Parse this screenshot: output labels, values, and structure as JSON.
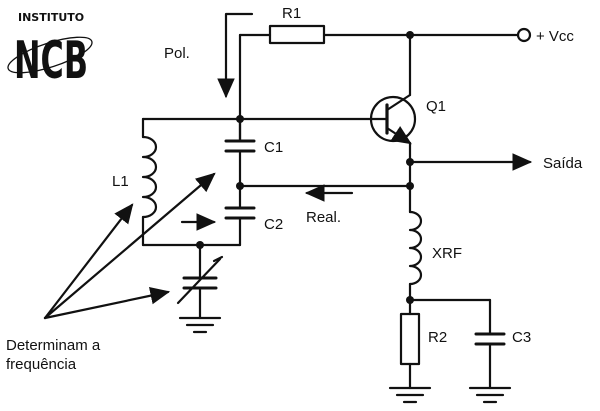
{
  "logo": {
    "top_text": "INSTITUTO",
    "main_text": "NCB"
  },
  "labels": {
    "r1": "R1",
    "vcc": "+ Vcc",
    "pol": "Pol.",
    "q1": "Q1",
    "c1": "C1",
    "l1": "L1",
    "saida": "Saída",
    "c2": "C2",
    "real": "Real.",
    "xrf": "XRF",
    "r2": "R2",
    "c3": "C3",
    "determinam_line1": "Determinam a",
    "determinam_line2": "frequência"
  }
}
